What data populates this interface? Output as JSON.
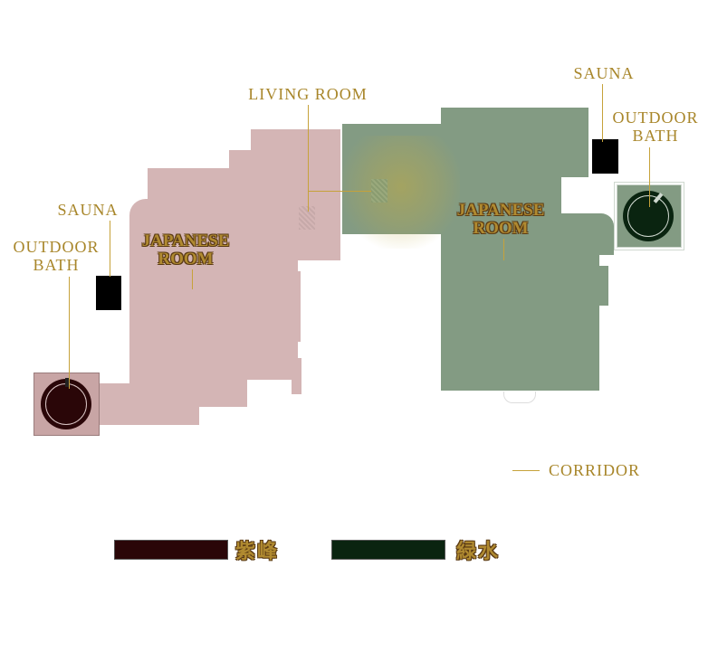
{
  "labels": {
    "living_room": "LIVING ROOM",
    "sauna_left": "SAUNA",
    "outdoor_bath_left_line1": "OUTDOOR",
    "outdoor_bath_left_line2": "BATH",
    "japanese_room_left_line1": "JAPANESE",
    "japanese_room_left_line2": "ROOM",
    "sauna_right": "SAUNA",
    "outdoor_bath_right_line1": "OUTDOOR",
    "outdoor_bath_right_line2": "BATH",
    "japanese_room_right_line1": "JAPANESE",
    "japanese_room_right_line2": "ROOM",
    "corridor": "CORRIDOR"
  },
  "legend": [
    {
      "name": "紫峰",
      "color": "#2a0608"
    },
    {
      "name": "緑水",
      "color": "#0a2410"
    }
  ],
  "colors": {
    "left_suite": "#d4b5b5",
    "right_suite": "#839b83",
    "label_gold": "#a8862a",
    "leader_gold": "#c6a23a"
  }
}
